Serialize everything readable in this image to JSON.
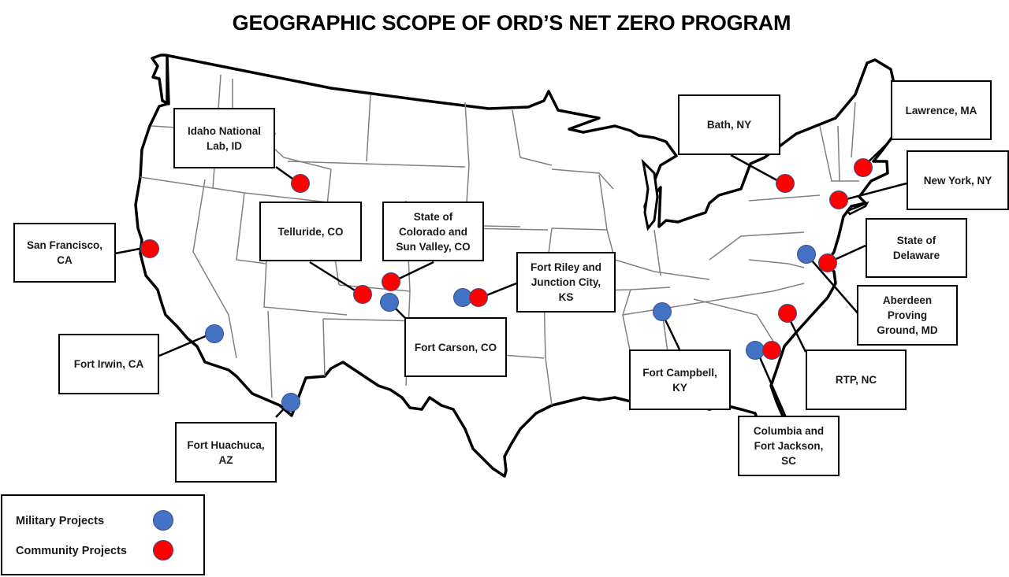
{
  "title": "GEOGRAPHIC SCOPE OF ORD’S NET ZERO PROGRAM",
  "colors": {
    "military": "#4472c4",
    "community": "#ff0000",
    "outline": "#000000",
    "state_border": "#7f7f7f"
  },
  "legend": {
    "items": [
      {
        "label": "Military Projects",
        "type": "military",
        "color": "#4472c4"
      },
      {
        "label": "Community Projects",
        "type": "community",
        "color": "#ff0000"
      }
    ]
  },
  "locations": [
    {
      "label": "Idaho National\nLab, ID",
      "type": "community"
    },
    {
      "label": "San Francisco,\nCA",
      "type": "community"
    },
    {
      "label": "Telluride, CO",
      "type": "community"
    },
    {
      "label": "State of\nColorado and\nSun Valley, CO",
      "type": "community"
    },
    {
      "label": "Fort Carson, CO",
      "type": "military"
    },
    {
      "label": "Fort Riley and\nJunction City,\nKS",
      "type": "military+community"
    },
    {
      "label": "Fort Irwin, CA",
      "type": "military"
    },
    {
      "label": "Fort Huachuca,\nAZ",
      "type": "military"
    },
    {
      "label": "Bath, NY",
      "type": "community"
    },
    {
      "label": "Lawrence, MA",
      "type": "community"
    },
    {
      "label": "New York, NY",
      "type": "community"
    },
    {
      "label": "State of\nDelaware",
      "type": "community"
    },
    {
      "label": "Aberdeen\nProving\nGround, MD",
      "type": "military"
    },
    {
      "label": "Fort Campbell,\nKY",
      "type": "military"
    },
    {
      "label": "RTP, NC",
      "type": "community"
    },
    {
      "label": "Columbia and\nFort Jackson,\nSC",
      "type": "military+community"
    }
  ]
}
